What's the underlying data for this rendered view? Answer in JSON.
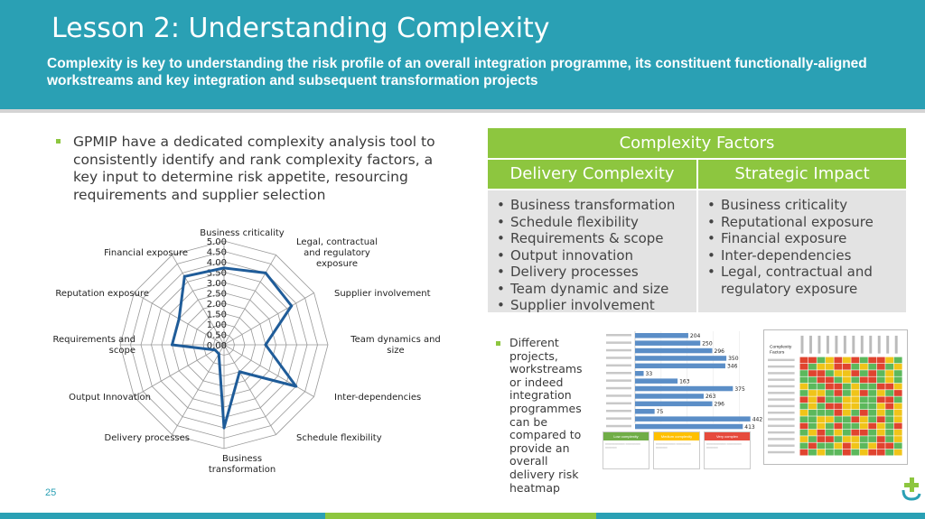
{
  "slide": {
    "title": "Lesson 2: Understanding Complexity",
    "subtitle": "Complexity is key to understanding the risk profile of an overall integration programme, its constituent functionally-aligned workstreams and key integration and subsequent transformation projects",
    "page_number": "25"
  },
  "bullets": {
    "main": "GPMIP have a dedicated complexity analysis tool to consistently identify and rank complexity factors, a key input to determine risk appetite, resourcing requirements and supplier selection",
    "secondary": "Different projects, workstreams or indeed integration programmes can be compared to provide an overall delivery risk heatmap"
  },
  "complexity_table": {
    "header": "Complexity Factors",
    "delivery": {
      "title": "Delivery Complexity",
      "items": [
        "Business transformation",
        "Schedule flexibility",
        "Requirements & scope",
        "Output innovation",
        "Delivery processes",
        "Team dynamic and size",
        "Supplier involvement"
      ]
    },
    "strategic": {
      "title": "Strategic Impact",
      "items": [
        "Business criticality",
        "Reputational exposure",
        "Financial exposure",
        "Inter-dependencies",
        "Legal, contractual and",
        "regulatory exposure"
      ]
    }
  },
  "chart_data": [
    {
      "type": "radar",
      "categories": [
        "Business criticality",
        "Legal, contractual and regulatory exposure",
        "Supplier involvement",
        "Team dynamics and size",
        "Inter-dependencies",
        "Schedule flexibility",
        "Business transformation",
        "Delivery processes",
        "Output Innovation",
        "Requirements and scope",
        "Reputation exposure",
        "Financial exposure"
      ],
      "values": [
        3.7,
        4.0,
        3.75,
        2.0,
        4.0,
        1.5,
        4.0,
        0.5,
        0.5,
        2.5,
        2.5,
        3.8
      ],
      "ticks": [
        "0.00",
        "0.50",
        "1.00",
        "1.50",
        "2.00",
        "2.50",
        "3.00",
        "3.50",
        "4.00",
        "4.50",
        "5.00"
      ],
      "rmax": 5,
      "colors": {
        "series": "#1f5c99",
        "grid": "#999999"
      }
    },
    {
      "type": "bar",
      "orientation": "horizontal",
      "values": [
        204,
        250,
        296,
        350,
        346,
        33,
        163,
        375,
        263,
        296,
        75,
        442,
        413
      ],
      "data_labels": [
        "204",
        "250",
        "296",
        "350",
        "346",
        "33",
        "163",
        "375",
        "263",
        "296",
        "75",
        "442",
        "413"
      ],
      "color": "#5b8ec7",
      "legend": [
        "Low complexity",
        "Medium complexity",
        "Very complex"
      ],
      "legend_colors": [
        "#70ad47",
        "#ffc000",
        "#e64b3c"
      ]
    },
    {
      "type": "heatmap",
      "row_header": "Complexity Factors",
      "rows": 15,
      "cols": 12,
      "colors": {
        "green": "#5cb85c",
        "amber": "#f0c419",
        "red": "#e0442f"
      }
    }
  ],
  "colors": {
    "header_bg": "#2aa0b4",
    "accent_green": "#8dc63f",
    "table_body": "#e3e3e3",
    "bottom_bar": [
      "#2aa0b4",
      "#8dc63f",
      "#2aa0b4"
    ]
  },
  "icons": {
    "logo": "plus-logo-icon"
  }
}
